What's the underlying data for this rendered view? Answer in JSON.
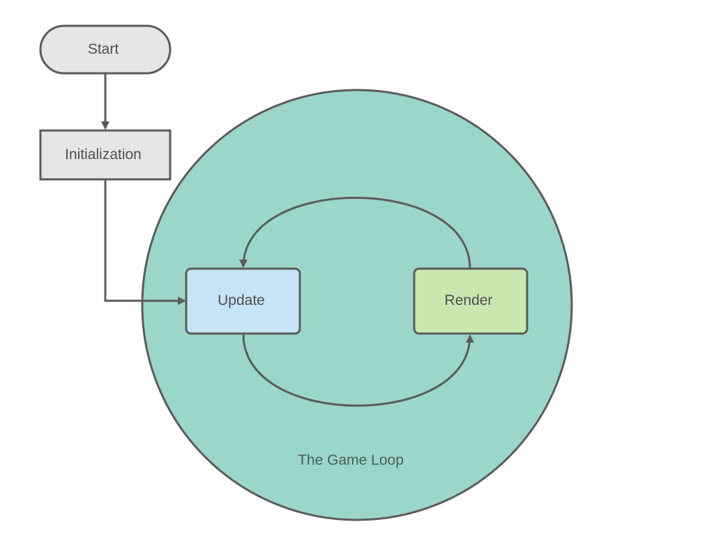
{
  "diagram": {
    "nodes": {
      "start": {
        "label": "Start"
      },
      "initialization": {
        "label": "Initialization"
      },
      "update": {
        "label": "Update"
      },
      "render": {
        "label": "Render"
      }
    },
    "loop": {
      "label": "The Game Loop"
    },
    "edges": [
      {
        "from": "start",
        "to": "initialization"
      },
      {
        "from": "initialization",
        "to": "update"
      },
      {
        "from": "update",
        "to": "render"
      },
      {
        "from": "render",
        "to": "update"
      }
    ]
  },
  "colors": {
    "loop_fill": "#9bd6cb",
    "terminal_fill": "#e6e6e6",
    "update_fill": "#c6e4f6",
    "render_fill": "#c8e8b0",
    "stroke": "#5b5b5b"
  }
}
